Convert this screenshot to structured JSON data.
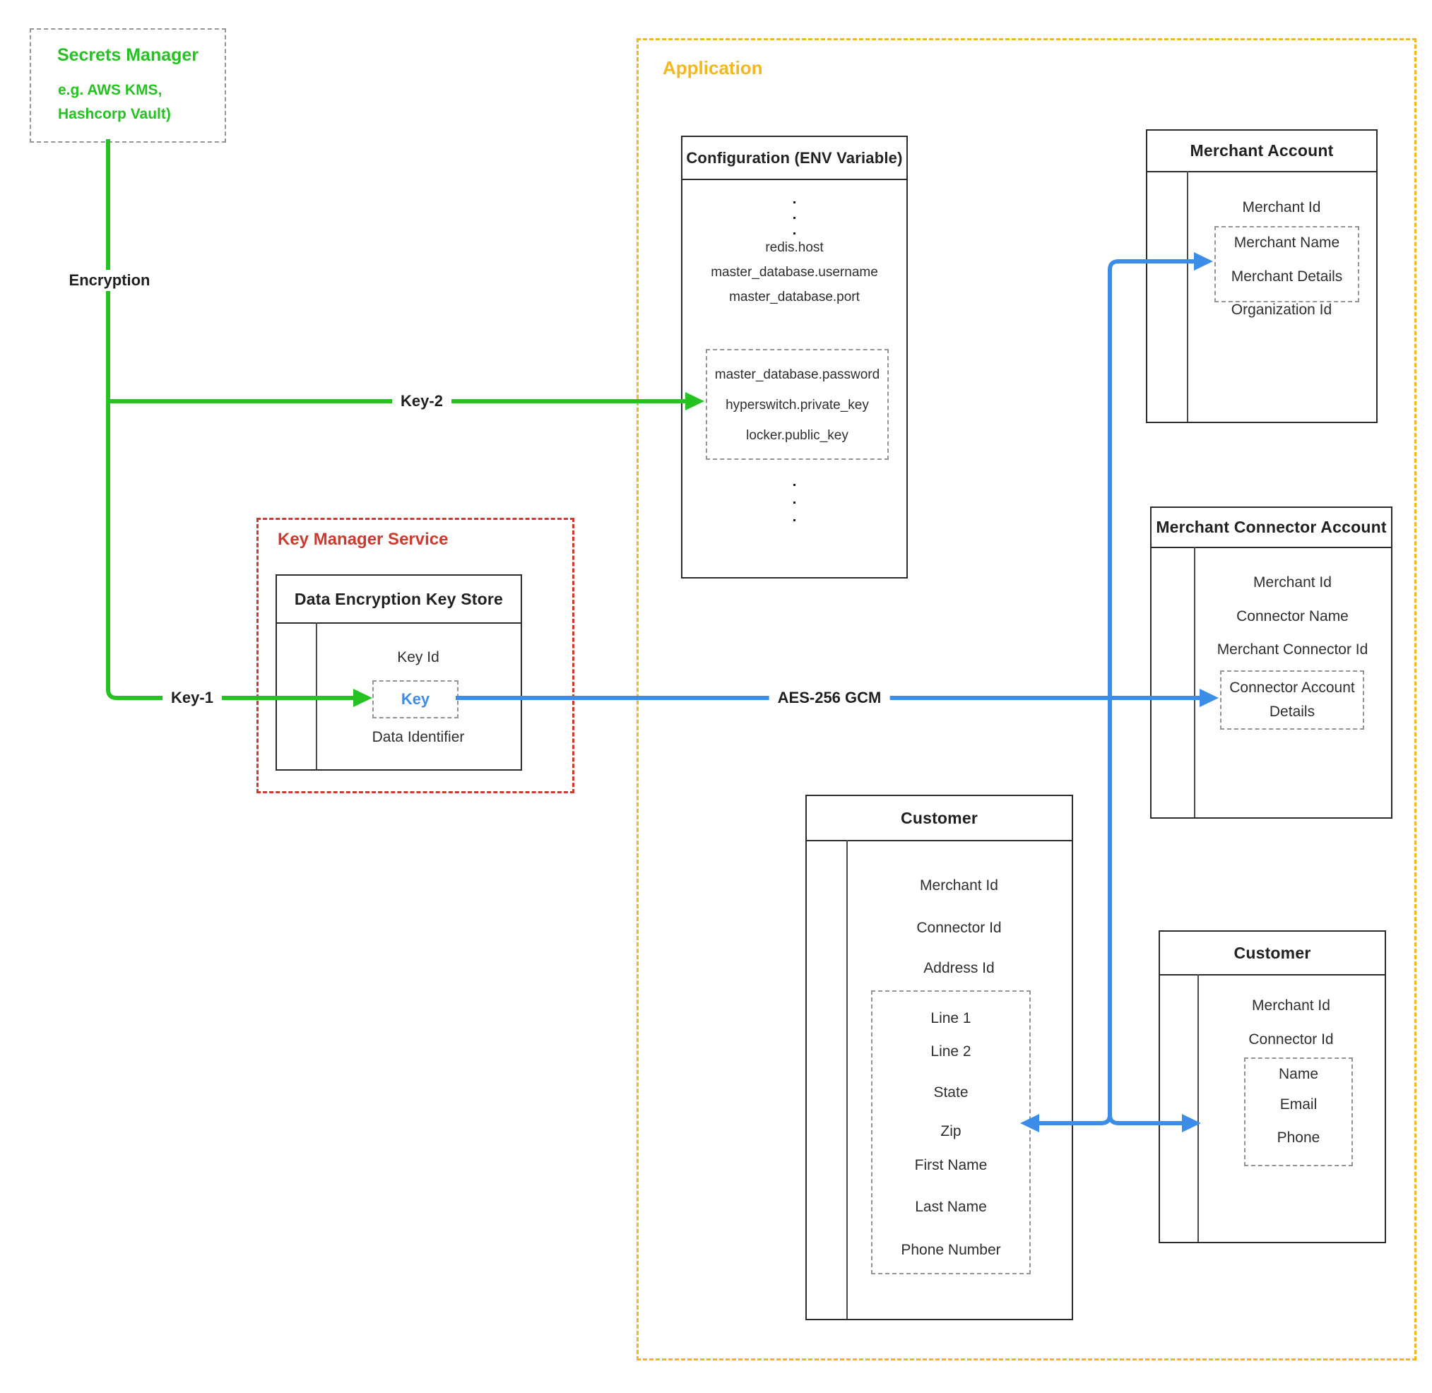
{
  "colors": {
    "green": "#25c221",
    "blue": "#3b8de8",
    "red": "#d0392e",
    "gold": "#f2b81e",
    "ink": "#212121",
    "graydash": "#949494"
  },
  "secrets_manager": {
    "title": "Secrets Manager",
    "subtitle1": "e.g. AWS KMS,",
    "subtitle2": "Hashcorp Vault)"
  },
  "edge_labels": {
    "encryption": "Encryption",
    "key_1": "Key-1",
    "key_2": "Key-2",
    "aes_256_gcm": "AES-256 GCM"
  },
  "application": {
    "title": "Application"
  },
  "key_manager_service": {
    "title": "Key Manager Service"
  },
  "dek_store": {
    "title": "Data Encryption Key Store",
    "key_id": "Key Id",
    "key": "Key",
    "data_identifier": "Data Identifier"
  },
  "configuration": {
    "title": "Configuration (ENV Variable)",
    "ellipsis_dot": ".",
    "plain_rows": [
      "redis.host",
      "master_database.username",
      "master_database.port"
    ],
    "encrypted_rows": [
      "master_database.password",
      "hyperswitch.private_key",
      "locker.public_key"
    ]
  },
  "merchant_account": {
    "title": "Merchant Account",
    "merchant_id": "Merchant Id",
    "encrypted_rows": [
      "Merchant Name",
      "Merchant Details"
    ],
    "organization_id": "Organization Id"
  },
  "merchant_connector_account": {
    "title": "Merchant Connector Account",
    "plain_rows": [
      "Merchant Id",
      "Connector Name",
      "Merchant Connector Id"
    ],
    "encrypted_field": "Connector Account Details"
  },
  "customer_address": {
    "title": "Customer",
    "plain_rows": [
      "Merchant Id",
      "Connector Id",
      "Address Id"
    ],
    "encrypted_rows": [
      "Line 1",
      "Line 2",
      "State",
      "Zip",
      "First Name",
      "Last Name",
      "Phone Number"
    ]
  },
  "customer_contact": {
    "title": "Customer",
    "plain_rows": [
      "Merchant Id",
      "Connector Id"
    ],
    "encrypted_rows": [
      "Name",
      "Email",
      "Phone"
    ]
  }
}
